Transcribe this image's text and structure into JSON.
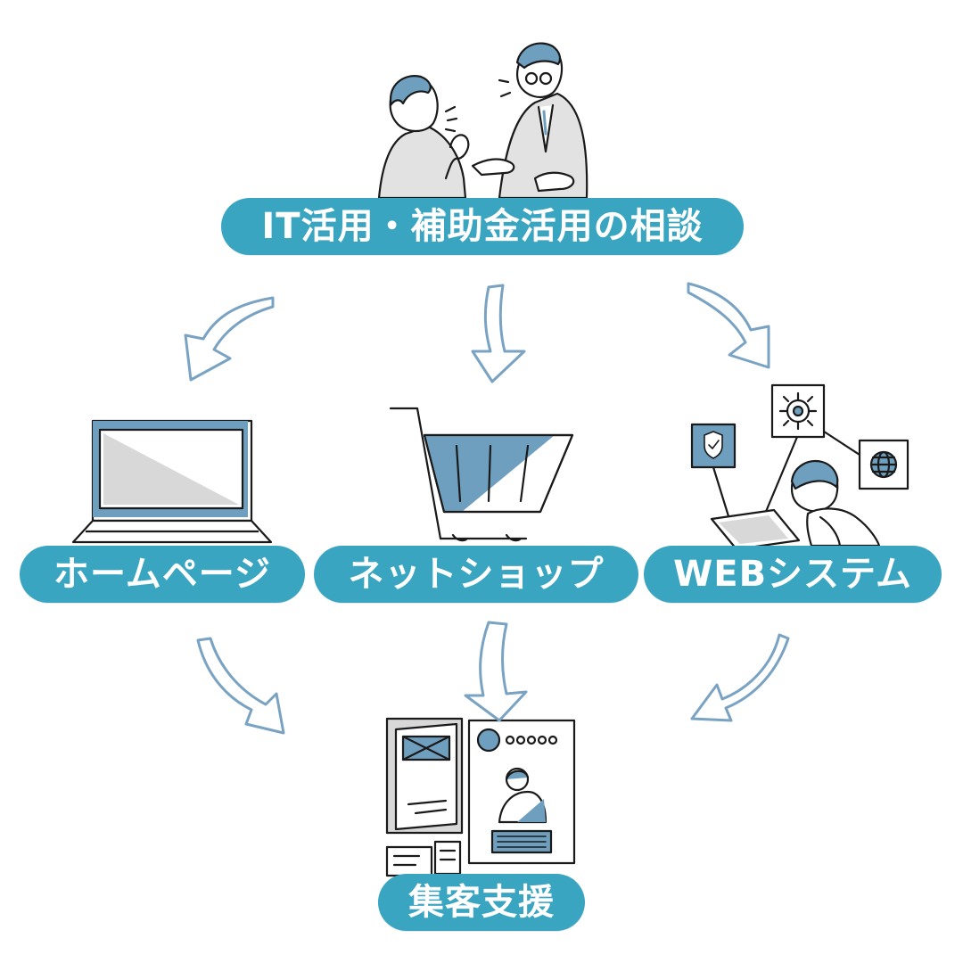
{
  "colors": {
    "accent": "#3aa5c1",
    "arrow": "#7aa3c3",
    "fill_blue": "#6f9fbf",
    "fill_gray": "#d8d8d8",
    "ink": "#1a1a1a"
  },
  "nodes": {
    "top": "IT活用・補助金活用の相談",
    "homepage": "ホームページ",
    "netshop": "ネットショップ",
    "websystem": "WEBシステム",
    "bottom": "集客支援"
  },
  "icons": [
    "consultation-illustration",
    "laptop-icon",
    "shopping-cart-icon",
    "web-system-illustration",
    "marketing-materials-illustration"
  ]
}
